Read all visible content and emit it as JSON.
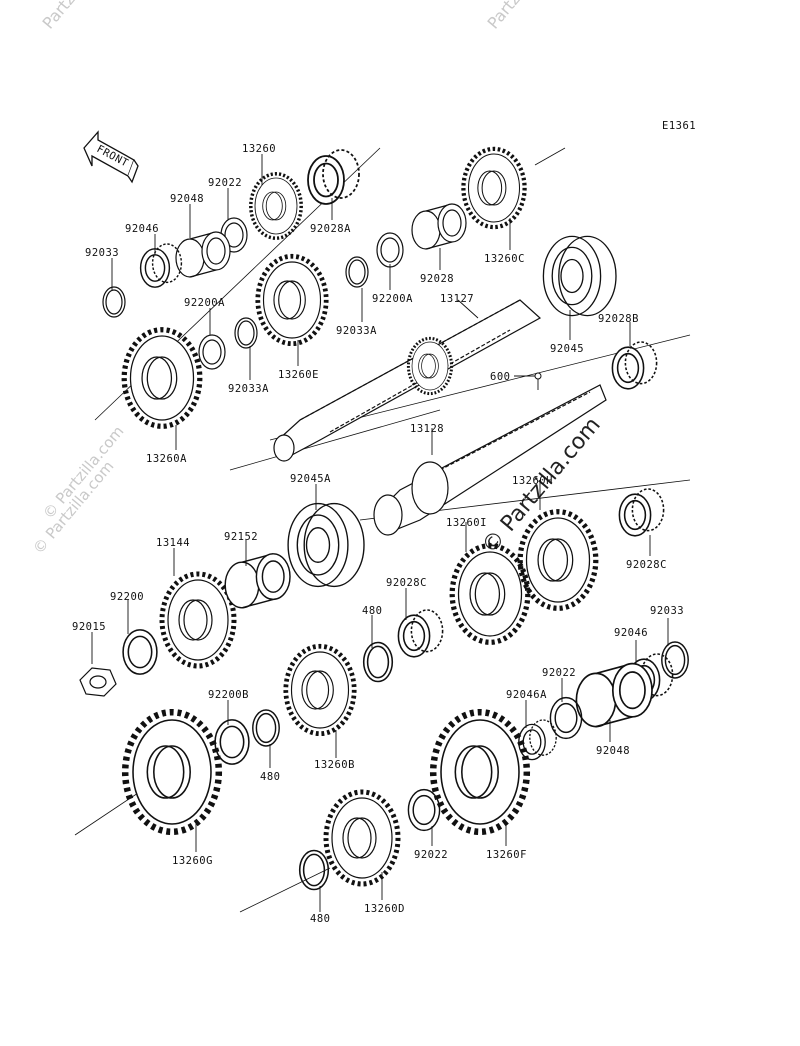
{
  "diagram_code": "E1361",
  "front_label": "FRONT",
  "watermarks": {
    "top_left": "Partzilla",
    "top_mid": "Partzilla",
    "left_mid": "© Partzilla.com",
    "center": "© Partzilla.com",
    "left_low": "© Partzilla.com"
  },
  "parts": {
    "p13260": "13260",
    "p92022_top": "92022",
    "p92048_top": "92048",
    "p92046_top": "92046",
    "p92033_top": "92033",
    "p92028A": "92028A",
    "p13260C": "13260C",
    "p92028": "92028",
    "p92200A_top": "92200A",
    "p92033A_top": "92033A",
    "p13127": "13127",
    "p92200A_mid": "92200A",
    "p92033A_mid": "92033A",
    "p13260E": "13260E",
    "p92045": "92045",
    "p92028B": "92028B",
    "p13260A": "13260A",
    "p600": "600",
    "p13128": "13128",
    "p13260H": "13260H",
    "p92045A": "92045A",
    "p13260I": "13260I",
    "p92028C_right": "92028C",
    "p13144": "13144",
    "p92152": "92152",
    "p92200": "92200",
    "p92015": "92015",
    "p92028C_mid": "92028C",
    "p480_mid": "480",
    "p92033_right": "92033",
    "p92046_right": "92046",
    "p92022_right": "92022",
    "p92046A": "92046A",
    "p92048_right": "92048",
    "p92200B": "92200B",
    "p480_left": "480",
    "p13260B": "13260B",
    "p13260G": "13260G",
    "p92022_low": "92022",
    "p13260F": "13260F",
    "p480_low": "480",
    "p13260D": "13260D"
  }
}
